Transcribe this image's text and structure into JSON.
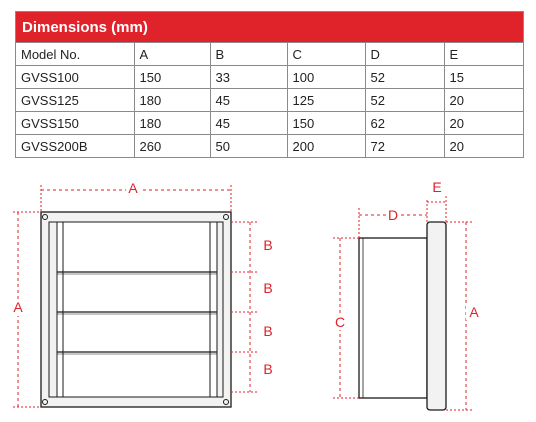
{
  "table": {
    "title": "Dimensions (mm)",
    "headers": [
      "Model No.",
      "A",
      "B",
      "C",
      "D",
      "E"
    ],
    "rows": [
      [
        "GVSS100",
        "150",
        "33",
        "100",
        "52",
        "15"
      ],
      [
        "GVSS125",
        "180",
        "45",
        "125",
        "52",
        "20"
      ],
      [
        "GVSS150",
        "180",
        "45",
        "150",
        "62",
        "20"
      ],
      [
        "GVSS200B",
        "260",
        "50",
        "200",
        "72",
        "20"
      ]
    ]
  },
  "diagram": {
    "front_labels": {
      "width": "A",
      "height": "A",
      "louver": "B"
    },
    "side_labels": {
      "depth": "D",
      "flange": "E",
      "duct": "C",
      "height": "A"
    }
  },
  "colors": {
    "accent": "#e0222a",
    "line": "#1a1a1a",
    "frame_fill": "#f2f2f2"
  }
}
